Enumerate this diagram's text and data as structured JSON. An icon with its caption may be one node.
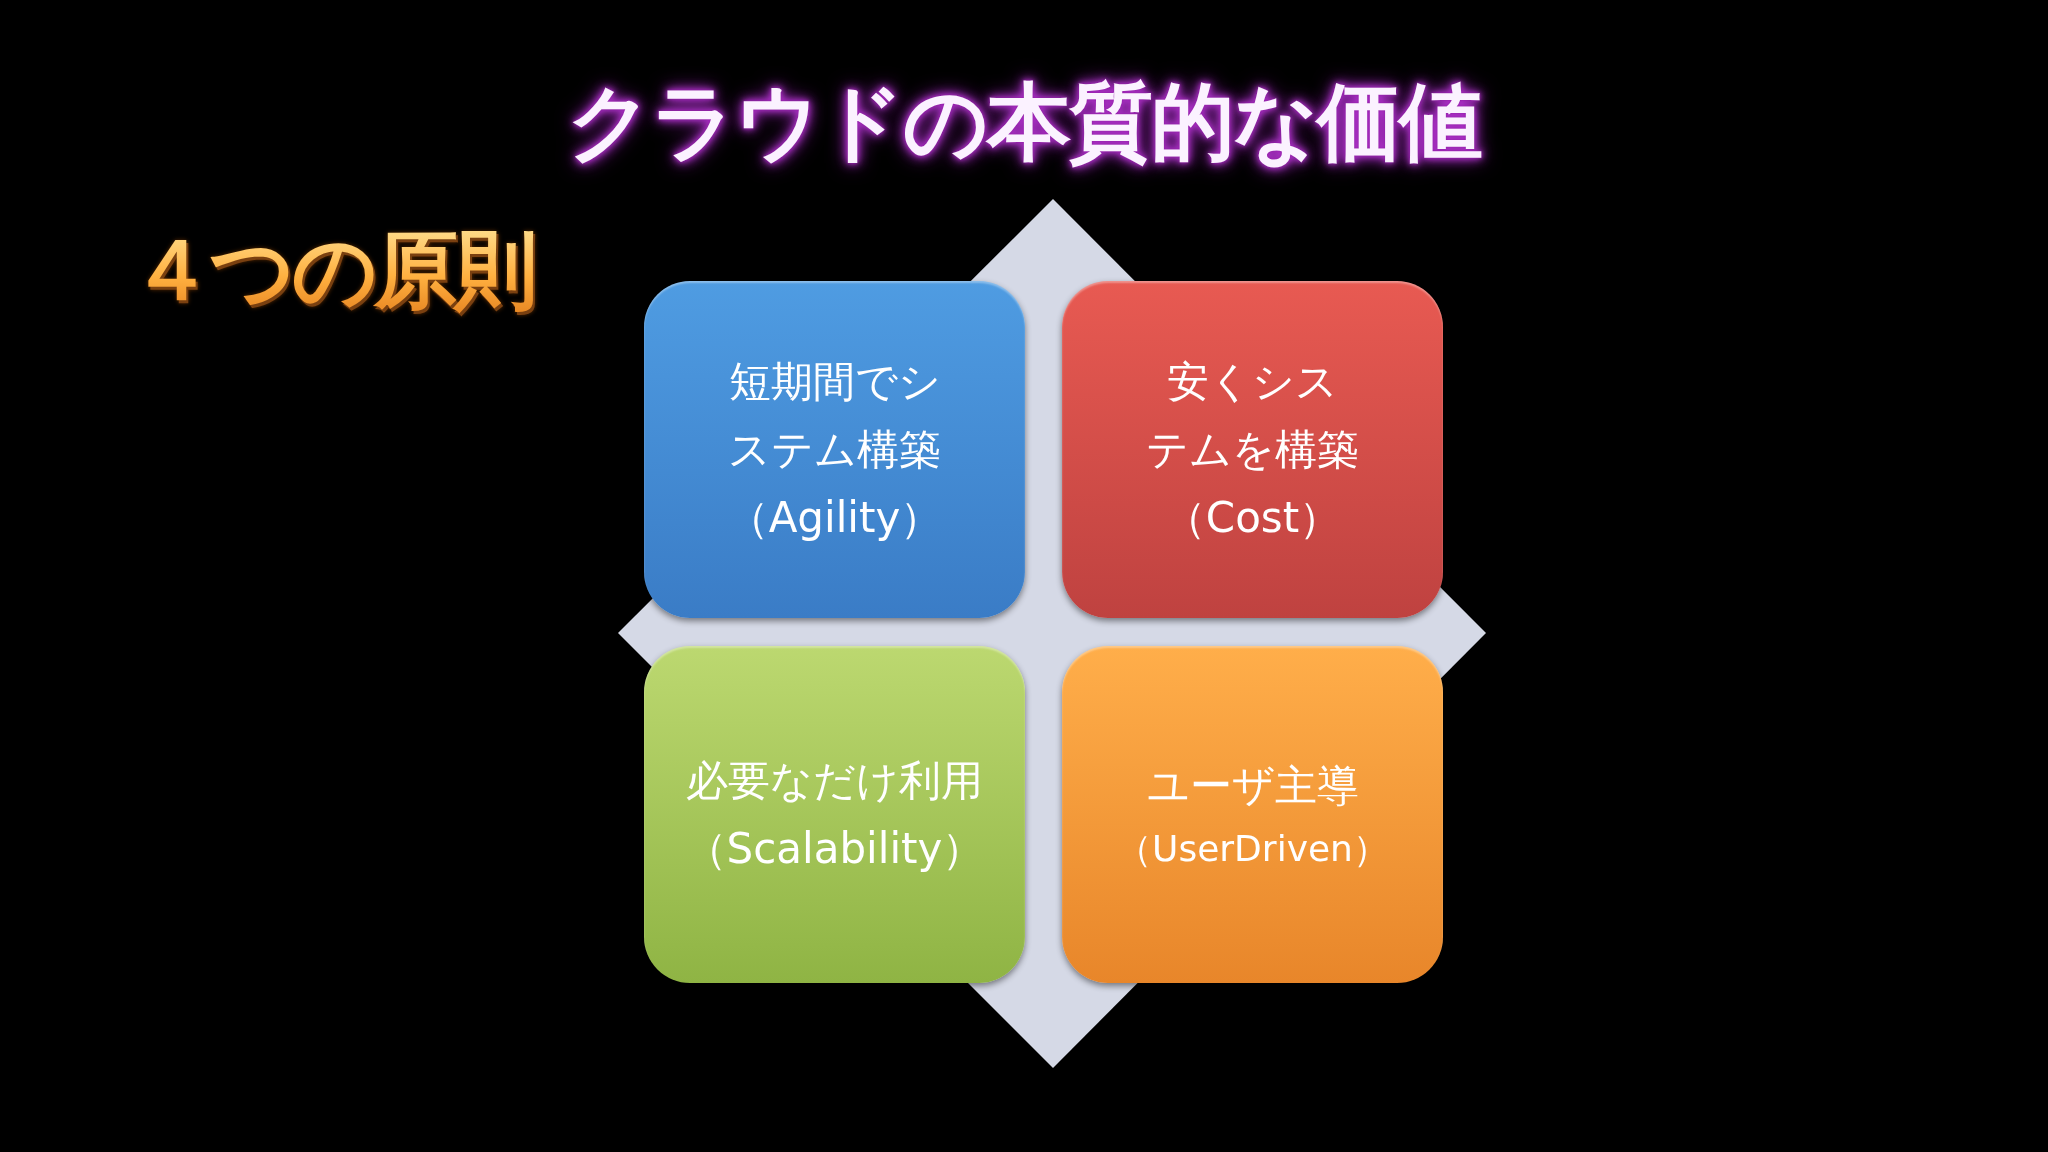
{
  "diagram": {
    "title": "クラウドの本質的な価値",
    "nodes": [
      {
        "text": [
          "短期間でシステム構築",
          "（Agility）"
        ]
      },
      {
        "text": [
          "安くシステムを構築",
          "（Cost）"
        ]
      },
      {
        "text": [
          "必要なだけ利用",
          "（Scalability）"
        ]
      },
      {
        "text": [
          "ユーザ主導",
          "（UserDriven）"
        ]
      }
    ],
    "edges": [],
    "labels": [
      "４つの原則"
    ]
  }
}
